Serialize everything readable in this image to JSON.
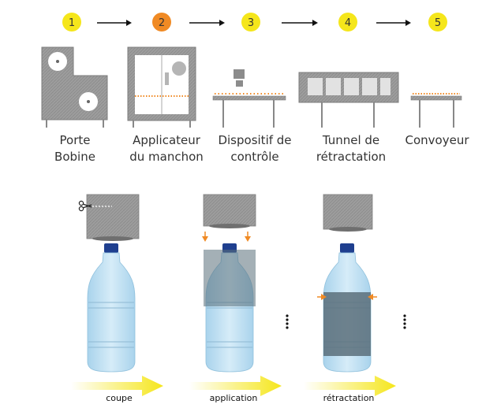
{
  "steps": [
    {
      "number": "1",
      "color": "#f5e61b",
      "label_lines": [
        "Porte",
        "Bobine"
      ]
    },
    {
      "number": "2",
      "color": "#f08a24",
      "label_lines": [
        "Applicateur",
        "du manchon"
      ]
    },
    {
      "number": "3",
      "color": "#f5e61b",
      "label_lines": [
        "Dispositif de",
        "contrôle"
      ]
    },
    {
      "number": "4",
      "color": "#f5e61b",
      "label_lines": [
        "Tunnel de",
        "rétractation"
      ]
    },
    {
      "number": "5",
      "color": "#f5e61b",
      "label_lines": [
        "Convoyeur"
      ]
    }
  ],
  "stages": [
    {
      "label": "coupe"
    },
    {
      "label": "application"
    },
    {
      "label": "rétractation"
    }
  ],
  "colors": {
    "machine": "#999999",
    "machine_dark": "#777777",
    "bottle": "#bfe0f2",
    "cap": "#1f3f8f",
    "sleeve": "#5a6f7a",
    "arrow_yellow": "#f5e61b",
    "orange": "#f08a24"
  }
}
